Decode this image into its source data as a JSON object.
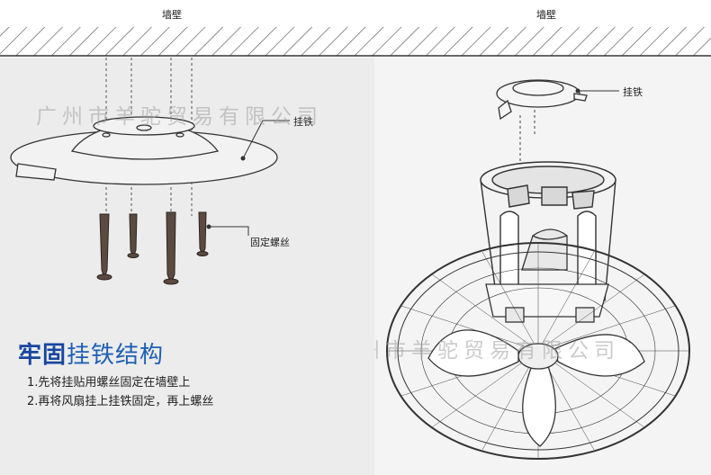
{
  "left": {
    "wall_label": "墙壁",
    "bracket_callout": "挂铁",
    "screw_callout": "固定螺丝",
    "watermark": "广州市羊驼贸易有限公司",
    "title_emphasis": "牢固",
    "title_rest": "挂铁结构",
    "steps": [
      "1.先将挂贴用螺丝固定在墙壁上",
      "2.再将风扇挂上挂铁固定，再上螺丝"
    ]
  },
  "right": {
    "wall_label": "墙壁",
    "bracket_callout": "挂铁",
    "watermark": "广州市羊驼贸易有限公司"
  },
  "colors": {
    "title_blue": "#1a56a8",
    "line": "#333333",
    "screw": "#5a4a40"
  }
}
